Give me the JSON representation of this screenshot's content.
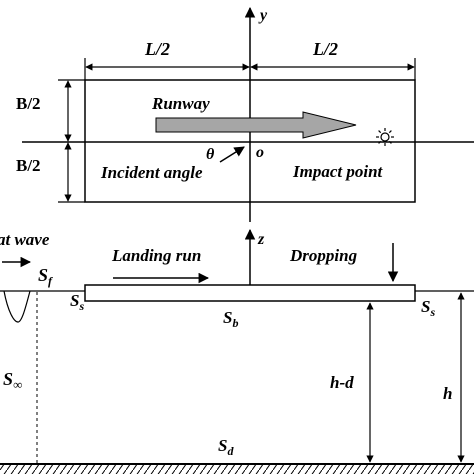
{
  "top_view": {
    "axis_y": "y",
    "half_length_left": "L/2",
    "half_length_right": "L/2",
    "half_width_top": "B/2",
    "half_width_bottom": "B/2",
    "runway_label": "Runway",
    "theta": "θ",
    "origin": "o",
    "incident_angle_label": "Incident angle",
    "impact_point_label": "Impact point"
  },
  "side_view": {
    "axis_z": "z",
    "wave_label": "at wave",
    "landing_run_label": "Landing run",
    "dropping_label": "Dropping",
    "free_surface": {
      "main": "S",
      "sub": "f"
    },
    "side_surface_left": {
      "main": "S",
      "sub": "s"
    },
    "side_surface_right": {
      "main": "S",
      "sub": "s"
    },
    "body_surface": {
      "main": "S",
      "sub": "b"
    },
    "far_field": {
      "main": "S",
      "sub": "∞"
    },
    "seabed": {
      "main": "S",
      "sub": "d"
    },
    "depth_minus_draft": "h-d",
    "depth": "h"
  }
}
